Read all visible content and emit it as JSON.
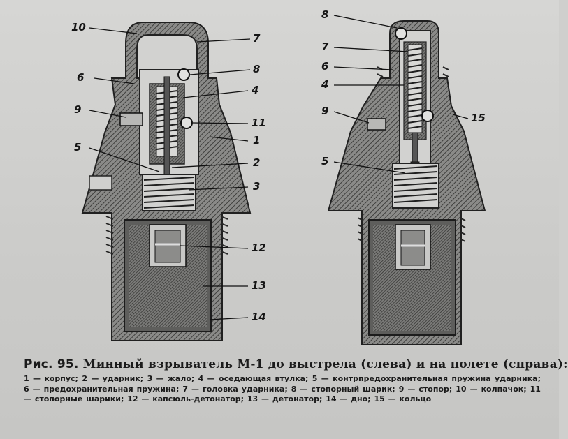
{
  "figure": {
    "left_callouts": [
      "10",
      "7",
      "6",
      "8",
      "4",
      "9",
      "11",
      "1",
      "5",
      "2",
      "3",
      "12",
      "13",
      "14"
    ],
    "right_callouts": [
      "8",
      "7",
      "6",
      "4",
      "9",
      "15",
      "5"
    ]
  },
  "caption": {
    "label": "Рис. 95.",
    "title": "Минный взрыватель М-1 до выстрела (слева) и на полете (справа):"
  },
  "legend": [
    {
      "num": "1",
      "text": "корпус;"
    },
    {
      "num": "2",
      "text": "ударник;"
    },
    {
      "num": "3",
      "text": "жало;"
    },
    {
      "num": "4",
      "text": "оседающая втулка;"
    },
    {
      "num": "5",
      "text": "контрпредохранительная пружина ударника;"
    },
    {
      "num": "6",
      "text": "предохранительная пружина;"
    },
    {
      "num": "7",
      "text": "головка ударника;"
    },
    {
      "num": "8",
      "text": "стопорный шарик;"
    },
    {
      "num": "9",
      "text": "стопор;"
    },
    {
      "num": "10",
      "text": "колпачок;"
    },
    {
      "num": "11",
      "text": "стопорные шарики;"
    },
    {
      "num": "12",
      "text": "капсюль-детонатор;"
    },
    {
      "num": "13",
      "text": "детонатор;"
    },
    {
      "num": "14",
      "text": "дно;"
    },
    {
      "num": "15",
      "text": "кольцо"
    }
  ],
  "colors": {
    "metal": "#6f6f6d",
    "hatch": "#3a3a38",
    "cavity": "#d4d4d2",
    "ink": "#151515"
  }
}
